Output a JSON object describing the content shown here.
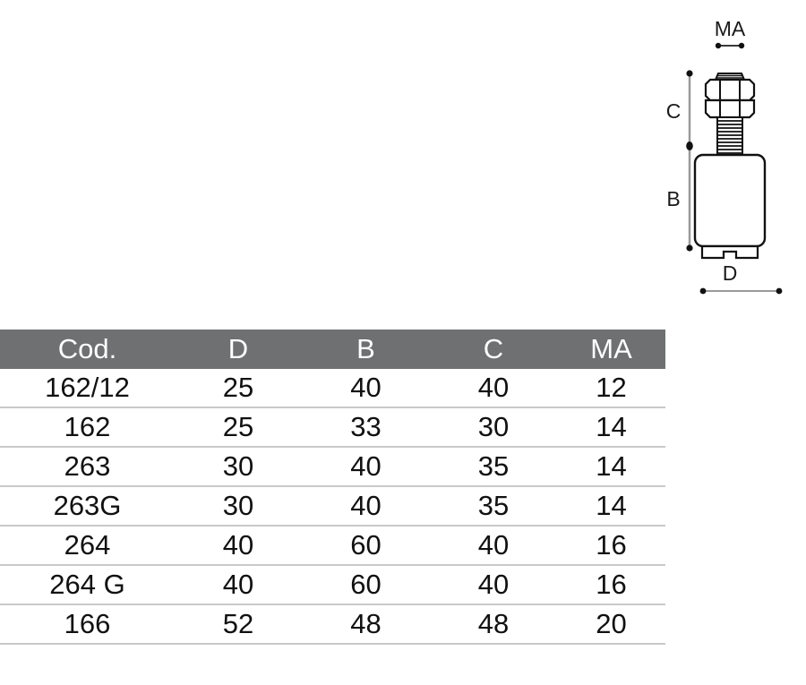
{
  "drawing": {
    "name": "leveling-foot-dimensional-drawing",
    "dimension_labels": {
      "ma": "MA",
      "c": "C",
      "b": "B",
      "d": "D"
    },
    "components": [
      "threaded-stud",
      "hex-nut-upper",
      "hex-nut-lower",
      "threaded-shaft",
      "cylindrical-body",
      "base-plate"
    ]
  },
  "table": {
    "header_bg": "#6e7072",
    "header_text_color": "#ffffff",
    "rule_color": "#c9c9c9",
    "columns": [
      "Cod.",
      "D",
      "B",
      "C",
      "MA"
    ],
    "rows": [
      {
        "cod": "162/12",
        "d": "25",
        "b": "40",
        "c": "40",
        "ma": "12"
      },
      {
        "cod": "162",
        "d": "25",
        "b": "33",
        "c": "30",
        "ma": "14"
      },
      {
        "cod": "263",
        "d": "30",
        "b": "40",
        "c": "35",
        "ma": "14"
      },
      {
        "cod": "263G",
        "d": "30",
        "b": "40",
        "c": "35",
        "ma": "14"
      },
      {
        "cod": "264",
        "d": "40",
        "b": "60",
        "c": "40",
        "ma": "16"
      },
      {
        "cod": "264 G",
        "d": "40",
        "b": "60",
        "c": "40",
        "ma": "16"
      },
      {
        "cod": "166",
        "d": "52",
        "b": "48",
        "c": "48",
        "ma": "20"
      }
    ]
  }
}
